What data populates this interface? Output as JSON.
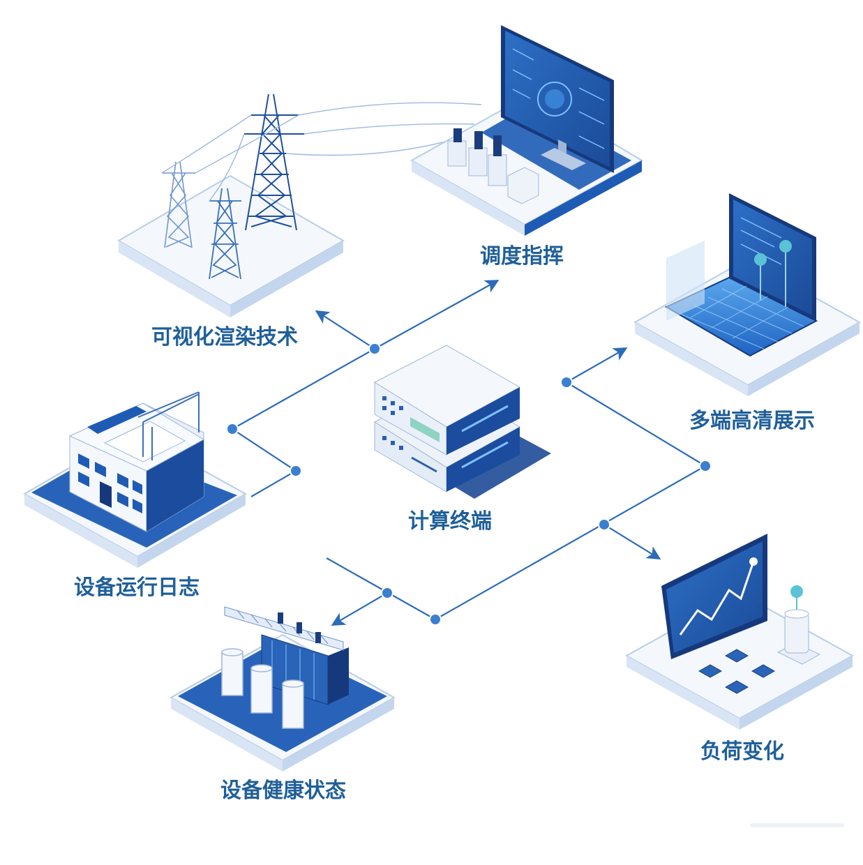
{
  "colors": {
    "label": "#1f5f9a",
    "line": "#2b6cb8",
    "dot": "#3a7fd0",
    "platform_top": "#f4f8fd",
    "platform_side": "#d9e5f4",
    "accent": "#1e5bb5",
    "dark": "#16397d",
    "screen": "#2a64b8"
  },
  "nodes": {
    "visual_rendering": {
      "label": "可视化渲染技术",
      "icon": "transmission-tower-icon"
    },
    "dispatch_command": {
      "label": "调度指挥",
      "icon": "dispatch-monitor-icon"
    },
    "multi_terminal_display": {
      "label": "多端高清展示",
      "icon": "laptop-display-icon"
    },
    "computing_terminal": {
      "label": "计算终端",
      "icon": "server-icon"
    },
    "equipment_log": {
      "label": "设备运行日志",
      "icon": "building-icon"
    },
    "load_change": {
      "label": "负荷变化",
      "icon": "load-chart-icon"
    },
    "equipment_health": {
      "label": "设备健康状态",
      "icon": "transformer-substation-icon"
    }
  }
}
